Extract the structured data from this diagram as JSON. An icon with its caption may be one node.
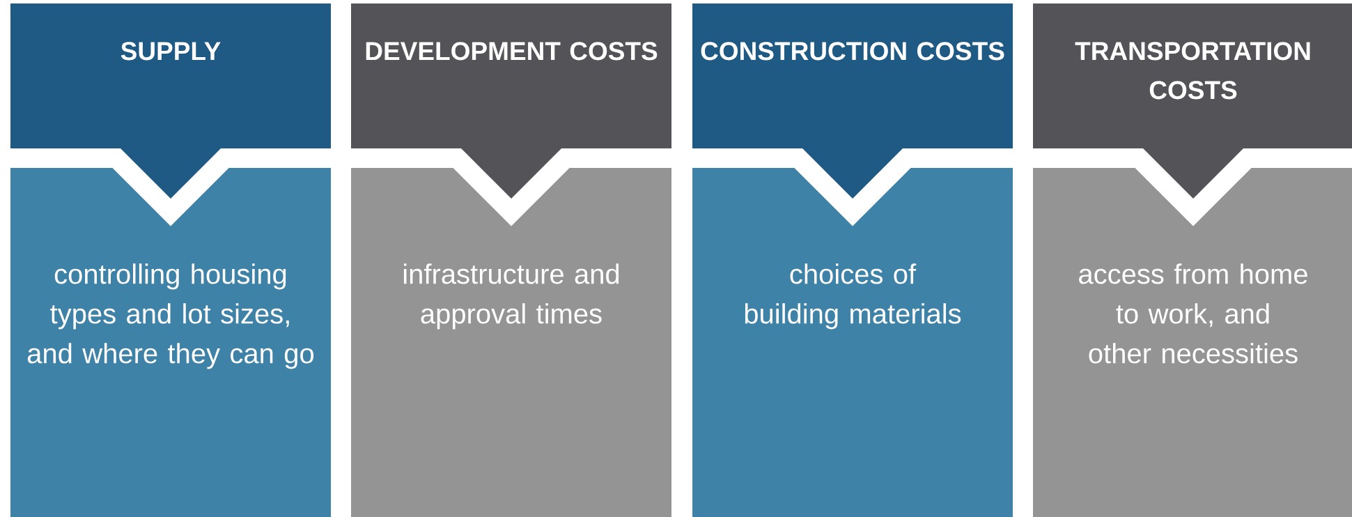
{
  "diagram": {
    "nodes": [
      {
        "text": [
          "SUPPLY"
        ]
      },
      {
        "text": [
          "controlling housing types and lot sizes, and where they can go"
        ]
      },
      {
        "text": [
          "DEVELOPMENT COSTS"
        ]
      },
      {
        "text": [
          "infrastructure and approval times"
        ]
      },
      {
        "text": [
          "CONSTRUCTION COSTS"
        ]
      },
      {
        "text": [
          "choices of building materials"
        ]
      },
      {
        "text": [
          "TRANSPORTATION COSTS"
        ]
      },
      {
        "text": [
          "access from home to work, and other necessities"
        ]
      }
    ]
  }
}
